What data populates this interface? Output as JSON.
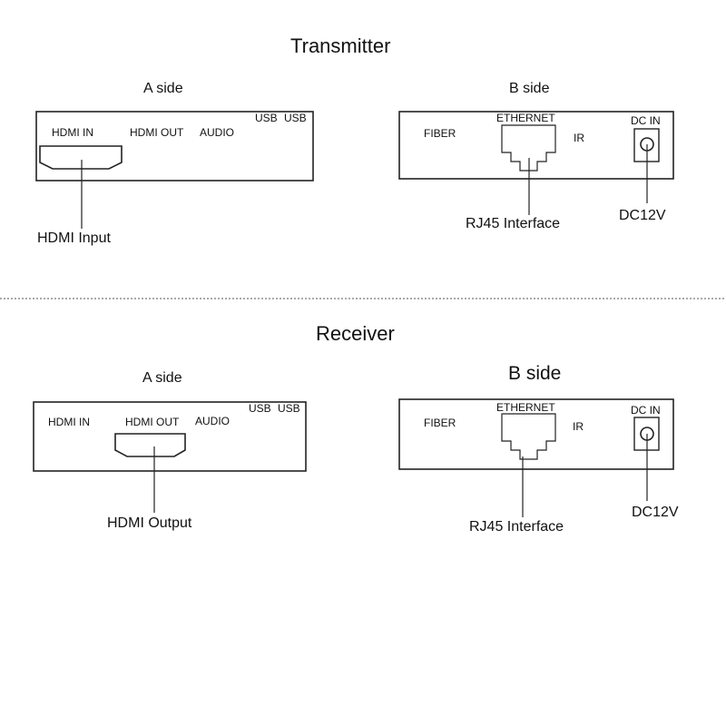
{
  "transmitter": {
    "title": "Transmitter",
    "a_side": {
      "title": "A side",
      "ports": {
        "hdmi_in": "HDMI IN",
        "hdmi_out": "HDMI OUT",
        "audio": "AUDIO",
        "usb1": "USB",
        "usb2": "USB"
      },
      "callout": "HDMI Input"
    },
    "b_side": {
      "title": "B side",
      "ports": {
        "fiber": "FIBER",
        "ethernet": "ETHERNET",
        "ir": "IR",
        "dc_in": "DC IN"
      },
      "callouts": {
        "rj45": "RJ45 Interface",
        "dc": "DC12V"
      }
    }
  },
  "receiver": {
    "title": "Receiver",
    "a_side": {
      "title": "A side",
      "ports": {
        "hdmi_in": "HDMI IN",
        "hdmi_out": "HDMI OUT",
        "audio": "AUDIO",
        "usb1": "USB",
        "usb2": "USB"
      },
      "callout": "HDMI Output"
    },
    "b_side": {
      "title": "B side",
      "ports": {
        "fiber": "FIBER",
        "ethernet": "ETHERNET",
        "ir": "IR",
        "dc_in": "DC IN"
      },
      "callouts": {
        "rj45": "RJ45 Interface",
        "dc": "DC12V"
      }
    }
  }
}
